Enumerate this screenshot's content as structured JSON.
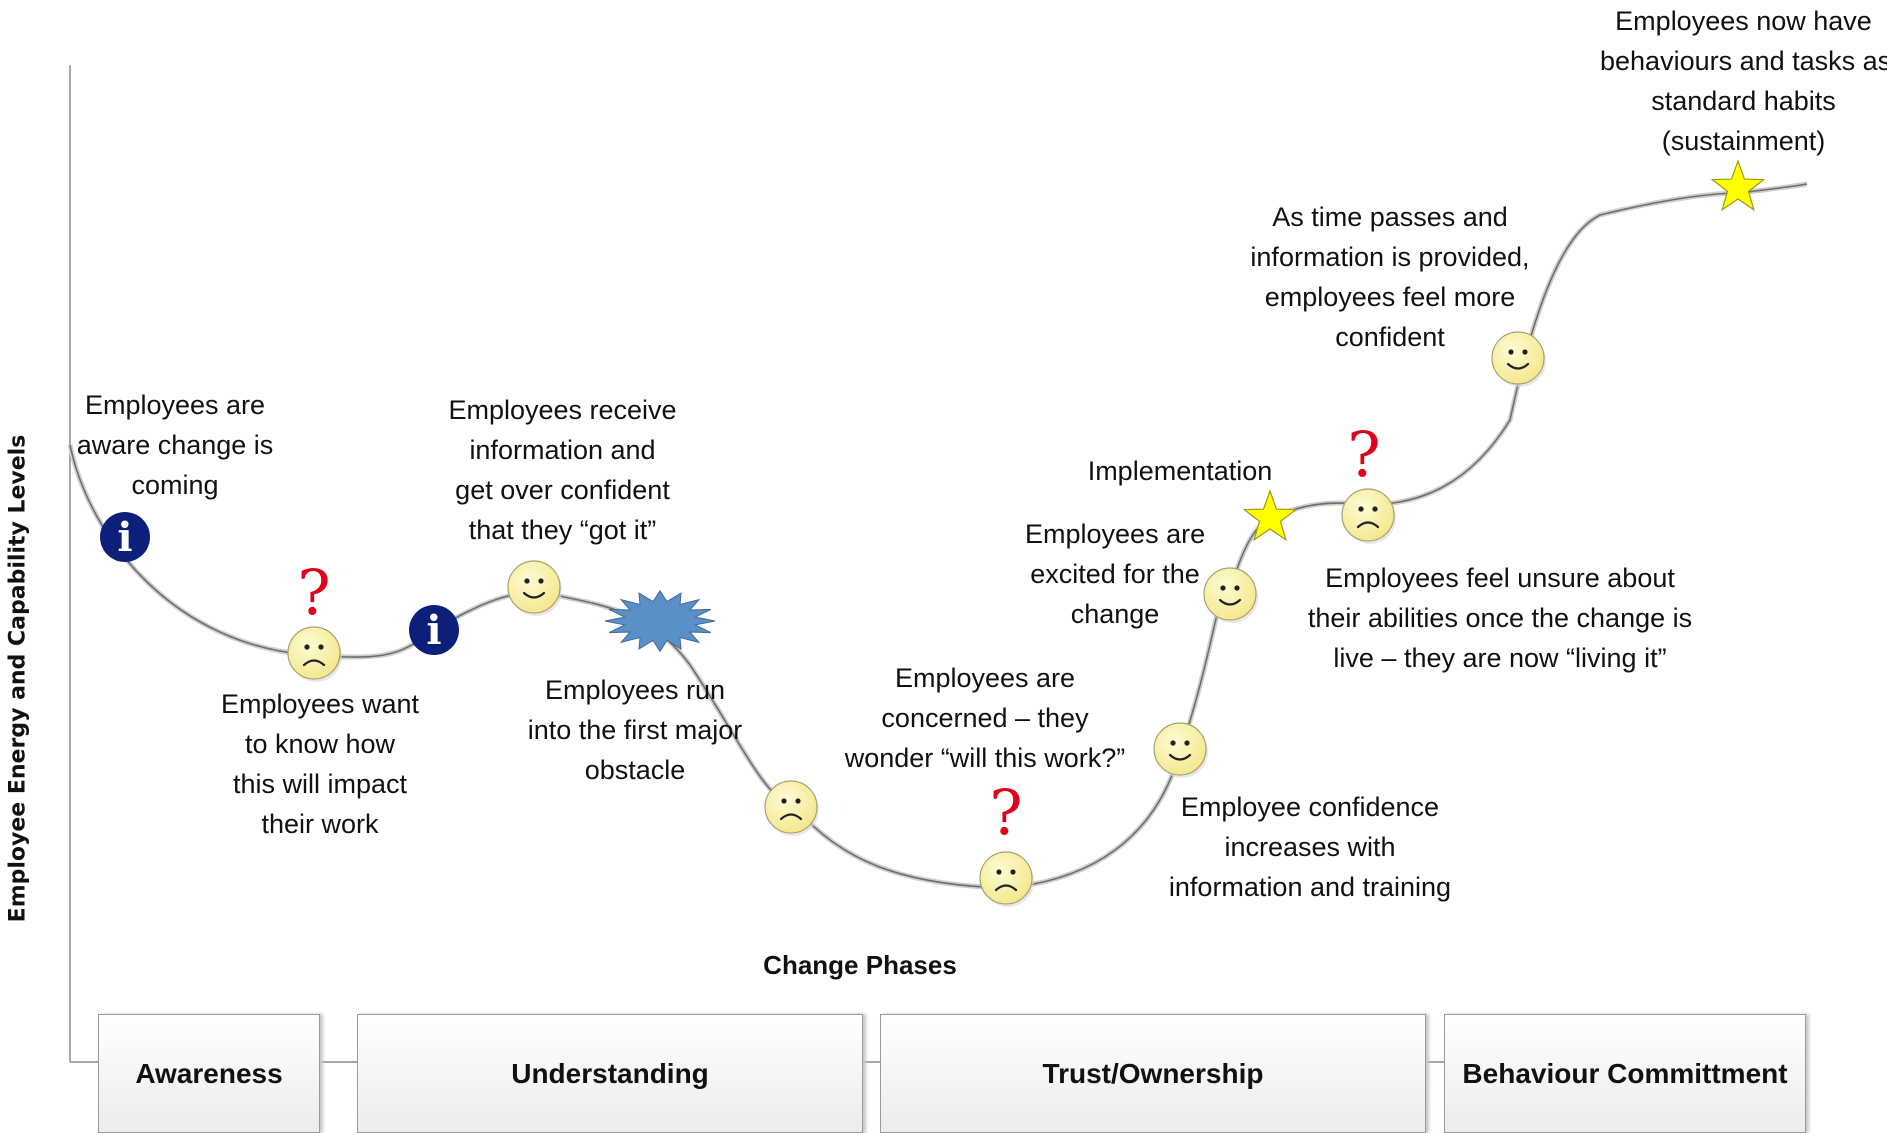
{
  "axes": {
    "y_title": "Employee Energy and Capability Levels",
    "x_title": "Change Phases"
  },
  "phases": [
    {
      "label": "Awareness"
    },
    {
      "label": "Understanding"
    },
    {
      "label": "Trust/Ownership"
    },
    {
      "label": "Behaviour Committment"
    }
  ],
  "annotations": {
    "aware": [
      "Employees are",
      "aware change is",
      "coming"
    ],
    "want_to_know": [
      "Employees want",
      "to know how",
      "this will impact",
      "their work"
    ],
    "receive_info": [
      "Employees receive",
      "information and",
      "get over confident",
      "that they “got it”"
    ],
    "first_obstacle": [
      "Employees run",
      "into the first major",
      "obstacle"
    ],
    "concerned": [
      "Employees are",
      "concerned – they",
      "wonder “will this work?”"
    ],
    "confidence_increases": [
      "Employee confidence",
      "increases with",
      "information and training"
    ],
    "excited": [
      "Employees are",
      "excited for the",
      "change"
    ],
    "implementation": "Implementation",
    "unsure": [
      "Employees feel unsure about",
      "their abilities once the change is",
      "live – they are now “living it”"
    ],
    "time_passes": [
      "As time passes and",
      "information is provided,",
      "employees feel more",
      "confident"
    ],
    "habits": [
      "Employees now have",
      "behaviours and tasks as",
      "standard habits",
      "(sustainment)"
    ]
  },
  "markers": [
    {
      "name": "info-icon-1",
      "kind": "info",
      "glyph": "i"
    },
    {
      "name": "sad-face-1",
      "kind": "sad"
    },
    {
      "name": "question-mark-icon-1",
      "kind": "question",
      "glyph": "?"
    },
    {
      "name": "info-icon-2",
      "kind": "info",
      "glyph": "i"
    },
    {
      "name": "happy-face-1",
      "kind": "happy"
    },
    {
      "name": "obstacle-burst-icon",
      "kind": "burst"
    },
    {
      "name": "sad-face-2",
      "kind": "sad"
    },
    {
      "name": "sad-face-3",
      "kind": "sad"
    },
    {
      "name": "question-mark-icon-2",
      "kind": "question",
      "glyph": "?"
    },
    {
      "name": "happy-face-2",
      "kind": "happy"
    },
    {
      "name": "happy-face-3",
      "kind": "happy"
    },
    {
      "name": "implementation-star-icon",
      "kind": "star"
    },
    {
      "name": "sad-face-4",
      "kind": "sad"
    },
    {
      "name": "question-mark-icon-3",
      "kind": "question",
      "glyph": "?"
    },
    {
      "name": "happy-face-4",
      "kind": "happy"
    },
    {
      "name": "sustainment-star-icon",
      "kind": "star"
    }
  ],
  "colors": {
    "face_fill": "#fbf5b0",
    "face_stroke": "#a8a070",
    "info_fill": "#0c1f7a",
    "question": "#e0001a",
    "star_fill": "#ffff00",
    "burst_fill": "#5b8fc7",
    "curve": "#6e6e6e"
  }
}
